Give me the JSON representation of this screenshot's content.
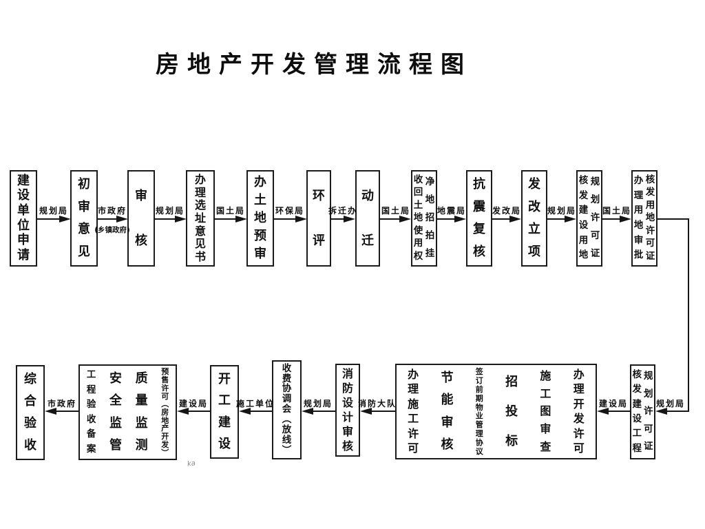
{
  "title": "房地产开发管理流程图",
  "colors": {
    "line": "#151515",
    "background": "#ffffff",
    "text": "#0d0d0d"
  },
  "top_row": {
    "boxes": [
      {
        "text": "建设单位申请"
      },
      {
        "text": "初审意见"
      },
      {
        "text": "审核"
      },
      {
        "text": "办理选址意见书"
      },
      {
        "text": "办土地预审"
      },
      {
        "text": "环评"
      },
      {
        "text": "动迁"
      },
      {
        "left": "收回土地使用权",
        "right": "净地招拍挂"
      },
      {
        "text": "抗震复核"
      },
      {
        "text": "发改立项"
      },
      {
        "left": "核发建设用地",
        "right": "规划许可证"
      },
      {
        "left": "办理用地审批",
        "right": "核发用地许可证"
      }
    ],
    "arrows": [
      {
        "label": "规划局"
      },
      {
        "label": "市政府",
        "sublabel": "(乡镇政府)"
      },
      {
        "label": "规划局"
      },
      {
        "label": "国土局"
      },
      {
        "label": "环保局"
      },
      {
        "label": "拆迁办"
      },
      {
        "label": "国土局"
      },
      {
        "label": "地震局"
      },
      {
        "label": "发改局"
      },
      {
        "label": "规划局"
      },
      {
        "label": "国土局"
      }
    ]
  },
  "connector": {
    "label": "规划局"
  },
  "bottom_row": {
    "boxes": [
      {
        "text": "综合验收"
      },
      {
        "columns": [
          "工程验收备案",
          "安全监管",
          "质量监测",
          "预售许可︵房地产开发︶"
        ]
      },
      {
        "text": "开工建设"
      },
      {
        "text": "收费协调会︵放线︶"
      },
      {
        "text": "消防设计审核"
      },
      {
        "columns": [
          "办理施工许可",
          "节能审核",
          "签订前期物业管理协议",
          "招投标",
          "施工图审查",
          "办理开发许可"
        ]
      },
      {
        "left": "核发建设工程",
        "right": "规划许可证"
      }
    ],
    "arrows": [
      {
        "label": "市政府"
      },
      {
        "label": "建设局"
      },
      {
        "label": "施工单位"
      },
      {
        "label": "规划局"
      },
      {
        "label": "消防大队"
      },
      {
        "label": "建设局"
      }
    ]
  },
  "stray_mark": "ka"
}
